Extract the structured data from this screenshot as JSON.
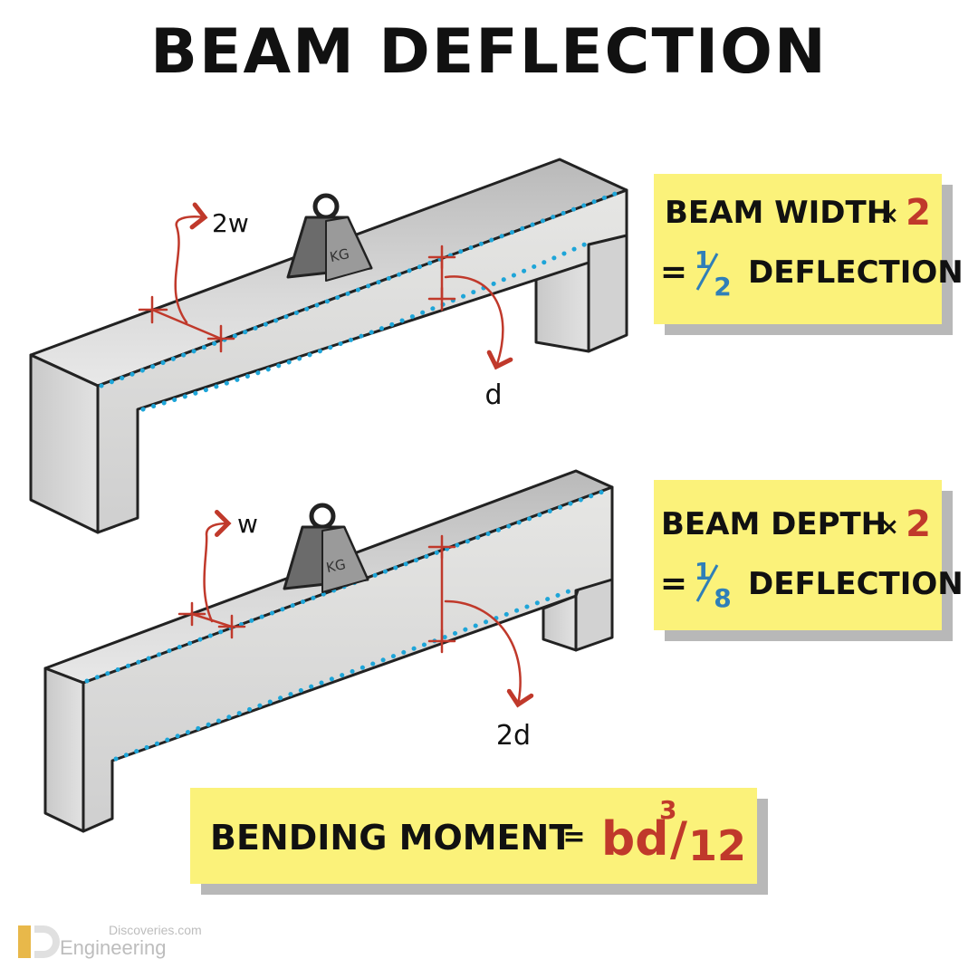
{
  "title": "BEAM DEFLECTION",
  "beam1": {
    "weight_label": "KG",
    "width_label": "2w",
    "deflection_label": "d"
  },
  "beam2": {
    "weight_label": "KG",
    "width_label": "w",
    "deflection_label": "2d"
  },
  "note1": {
    "line1_text": "BEAM WIDTH",
    "line1_times": "×",
    "line1_factor": "2",
    "line2_eq": "=",
    "fraction_num": "1",
    "fraction_den": "2",
    "line2_text": "DEFLECTION"
  },
  "note2": {
    "line1_text": "BEAM DEPTH",
    "line1_times": "×",
    "line1_factor": "2",
    "line2_eq": "=",
    "fraction_num": "1",
    "fraction_den": "8",
    "line2_text": "DEFLECTION"
  },
  "formula": {
    "text": "BENDING MOMENT",
    "eq": "=",
    "base": "bd",
    "exponent": "3",
    "slash": "/",
    "divisor": "12"
  },
  "logo": {
    "line1": "Discoveries.com",
    "line2": "Engineering"
  },
  "colors": {
    "note_bg": "#fbf27a",
    "note_shadow": "#b8b8b8",
    "accent_red": "#c0392b",
    "accent_blue": "#2f7fb8",
    "dot_blue": "#1ea5d8",
    "highlight_blue": "#cfeefc",
    "concrete": "#dcdcdc"
  }
}
